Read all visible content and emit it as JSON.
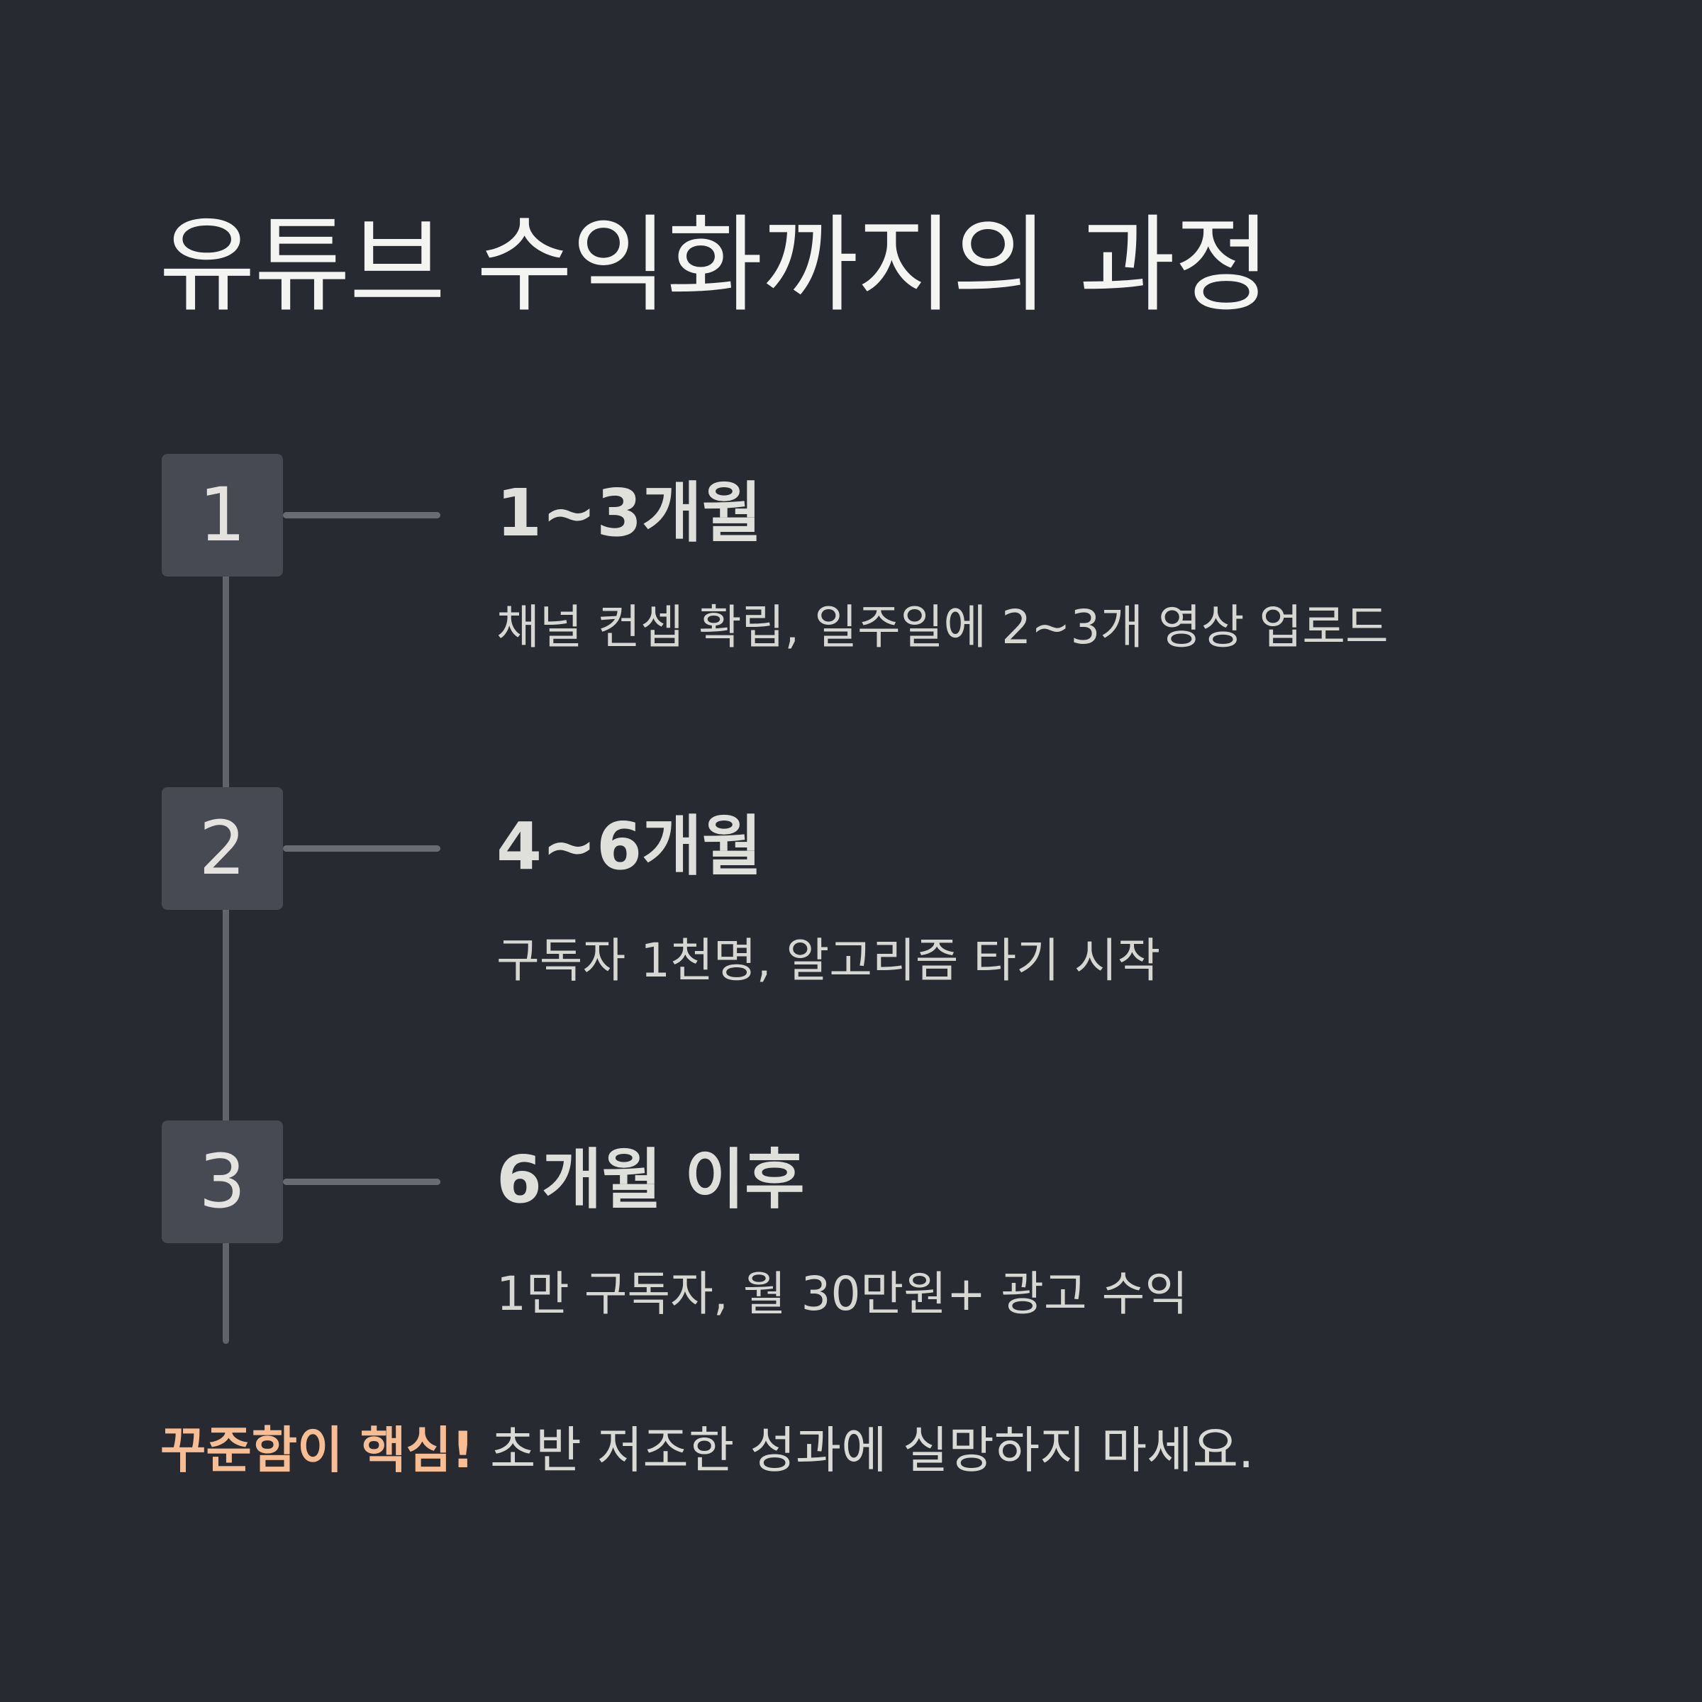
{
  "title": "유튜브 수익화까지의 과정",
  "steps": [
    {
      "number": "1",
      "period": "1~3개월",
      "description": "채널 컨셉 확립, 일주일에 2~3개 영상 업로드"
    },
    {
      "number": "2",
      "period": "4~6개월",
      "description": "구독자 1천명, 알고리즘 타기 시작"
    },
    {
      "number": "3",
      "period": "6개월 이후",
      "description": "1만 구독자, 월 30만원+ 광고 수익"
    }
  ],
  "footer": {
    "highlight": "꾸준함이 핵심!",
    "text": "초반 저조한 성과에 실망하지 마세요."
  },
  "colors": {
    "background": "#282a32",
    "badge": "#484a53",
    "line": "#62646c",
    "highlight": "#f8bd92",
    "title": "#f4f4f2"
  }
}
